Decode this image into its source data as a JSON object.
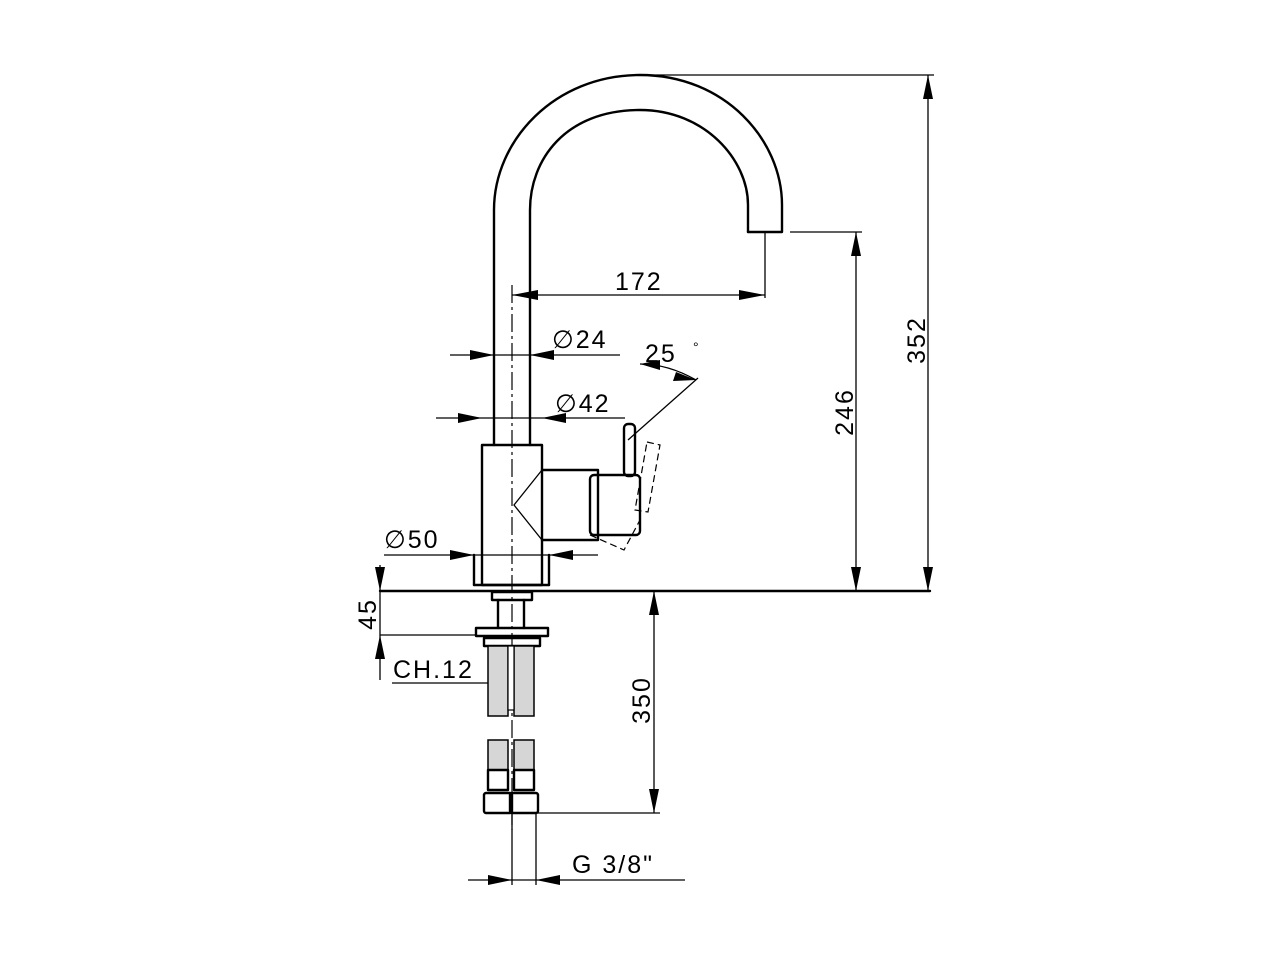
{
  "dimensions": {
    "reach": "172",
    "spout_diameter": "∅24",
    "body_upper_diameter": "∅42",
    "base_diameter": "∅50",
    "handle_angle": "25",
    "degree_symbol": "°",
    "spout_height": "246",
    "overall_height": "352",
    "max_deck_thickness": "45",
    "hose_length": "350",
    "nut_size": "CH.12",
    "thread": "G 3/8\""
  }
}
